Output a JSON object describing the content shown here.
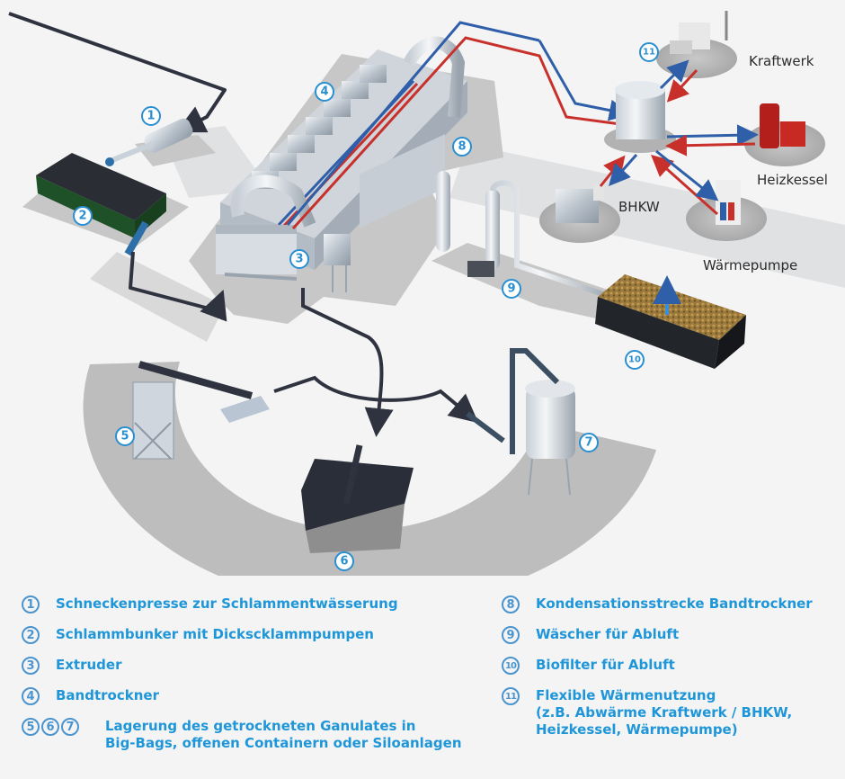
{
  "diagram": {
    "title": "Klärschlammtrocknung – Anlagenschema",
    "stations": [
      {
        "id": "1",
        "name": "Schneckenpresse"
      },
      {
        "id": "2",
        "name": "Schlammbunker"
      },
      {
        "id": "3",
        "name": "Extruder"
      },
      {
        "id": "4",
        "name": "Bandtrockner"
      },
      {
        "id": "5",
        "name": "Big-Bags"
      },
      {
        "id": "6",
        "name": "Offener Container"
      },
      {
        "id": "7",
        "name": "Siloanlage"
      },
      {
        "id": "8",
        "name": "Kondensationsstrecke"
      },
      {
        "id": "9",
        "name": "Wäscher"
      },
      {
        "id": "10",
        "name": "Biofilter"
      },
      {
        "id": "11",
        "name": "Wärmenutzung"
      }
    ],
    "heat_sources": {
      "kraftwerk": "Kraftwerk",
      "heizkessel": "Heizkessel",
      "bhkw": "BHKW",
      "waermepumpe": "Wärmepumpe"
    },
    "colors": {
      "accent": "#1e96d8",
      "badge": "#4a95cf",
      "supply_line": "#2f5fa8",
      "return_line": "#c8312b",
      "sludge_line": "#2f3340",
      "platform": "#c4c4c4",
      "bunker": "#1f5128",
      "biofilter": "#8a6a32"
    }
  },
  "legend": {
    "left": [
      {
        "badges": [
          "1"
        ],
        "text": "Schneckenpresse zur Schlammentwässerung"
      },
      {
        "badges": [
          "2"
        ],
        "text": "Schlammbunker mit Dickscklammpumpen"
      },
      {
        "badges": [
          "3"
        ],
        "text": "Extruder"
      },
      {
        "badges": [
          "4"
        ],
        "text": "Bandtrockner"
      },
      {
        "badges": [
          "5",
          "6",
          "7"
        ],
        "text_line1": "Lagerung des getrockneten Ganulates in",
        "text_line2": "Big-Bags, offenen Containern oder Siloanlagen"
      }
    ],
    "right": [
      {
        "badges": [
          "8"
        ],
        "text": "Kondensationsstrecke Bandtrockner"
      },
      {
        "badges": [
          "9"
        ],
        "text": "Wäscher für Abluft"
      },
      {
        "badges": [
          "10"
        ],
        "text": "Biofilter für Abluft"
      },
      {
        "badges": [
          "11"
        ],
        "text_line1": "Flexible Wärmenutzung",
        "text_line2": "(z.B. Abwärme Kraftwerk / BHKW,",
        "text_line3": "Heizkessel, Wärmepumpe)"
      }
    ]
  }
}
